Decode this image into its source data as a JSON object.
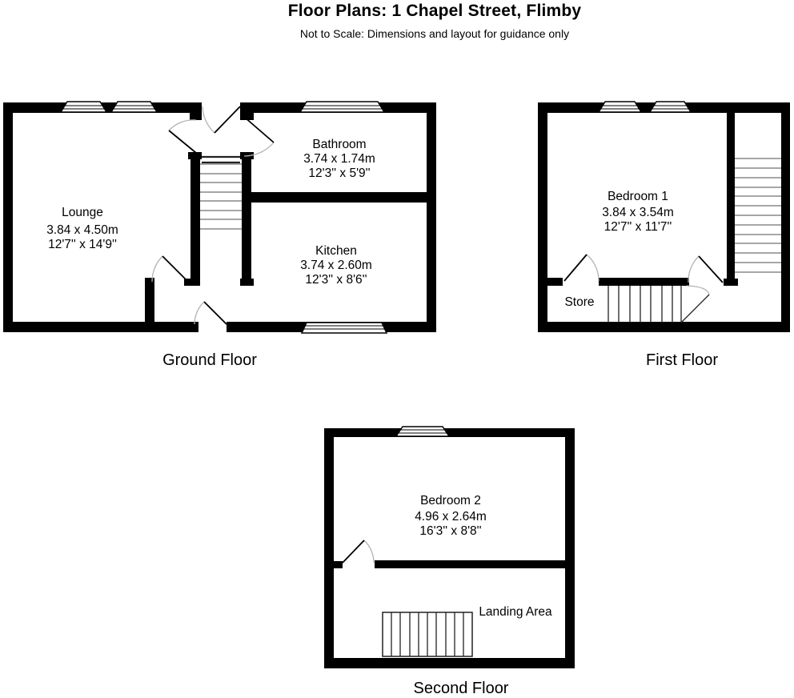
{
  "header": {
    "title": "Floor Plans: 1 Chapel Street, Flimby",
    "subtitle": "Not to Scale: Dimensions and layout for guidance only"
  },
  "floors": {
    "ground": {
      "label": "Ground Floor",
      "rooms": {
        "lounge": {
          "name": "Lounge",
          "metric": "3.84 x 4.50m",
          "imperial": "12'7'' x 14'9''"
        },
        "bathroom": {
          "name": "Bathroom",
          "metric": "3.74 x 1.74m",
          "imperial": "12'3'' x 5'9''"
        },
        "kitchen": {
          "name": "Kitchen",
          "metric": "3.74 x 2.60m",
          "imperial": "12'3'' x 8'6''"
        }
      }
    },
    "first": {
      "label": "First Floor",
      "rooms": {
        "bedroom1": {
          "name": "Bedroom 1",
          "metric": "3.84 x 3.54m",
          "imperial": "12'7'' x 11'7''"
        },
        "store": {
          "name": "Store"
        }
      }
    },
    "second": {
      "label": "Second Floor",
      "rooms": {
        "bedroom2": {
          "name": "Bedroom 2",
          "metric": "4.96 x 2.64m",
          "imperial": "16'3'' x 8'8''"
        },
        "landing": {
          "name": "Landing Area"
        }
      }
    }
  },
  "colors": {
    "wall": "#000000",
    "text": "#000000",
    "tread": "#888888",
    "door_arc": "#b3b3b3"
  }
}
